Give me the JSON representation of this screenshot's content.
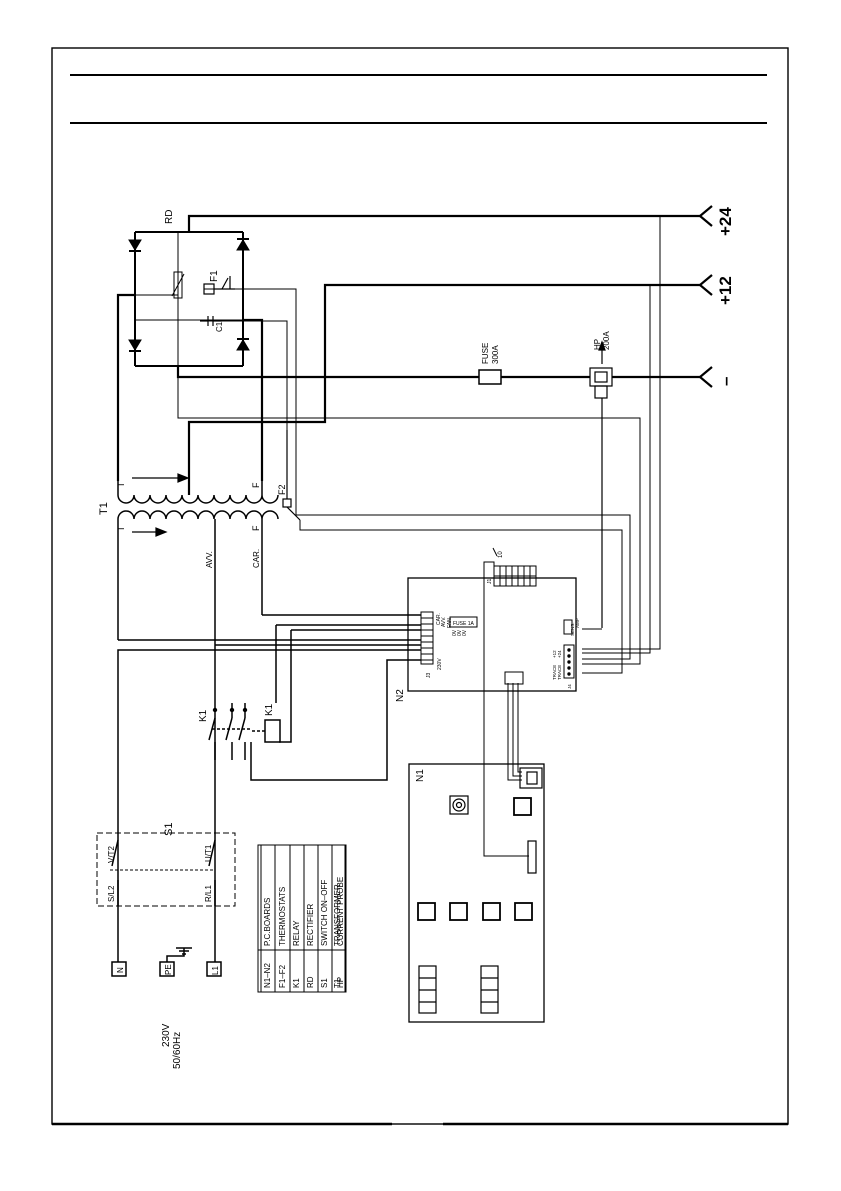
{
  "terminals": {
    "pos24": "+24",
    "pos12": "+12",
    "neg": "–"
  },
  "components": {
    "rd": "RD",
    "t1": "T1",
    "f1": "F1",
    "f2": "F2",
    "c1": "C1",
    "k1_relay": "K1",
    "k1_contact": "K1",
    "s1": "S1",
    "n1": "N1",
    "n2": "N2",
    "fuse": "FUSE",
    "fuse_rating": "300A",
    "hp": "HP",
    "hp_rating": "200A"
  },
  "transformer": {
    "upper_start": "I",
    "upper_end": "F",
    "lower_start": "I",
    "lower_end": "F",
    "tap_avv": "AVV.",
    "tap_car": "CAR."
  },
  "mains": {
    "n": "N",
    "pe": "PE",
    "l1": "L1",
    "voltage": "230V",
    "frequency": "50/60Hz"
  },
  "switch_poles": {
    "v_t2": "V/T2",
    "u_t1": "U/T1",
    "s_l2": "S/L2",
    "r_l1": "R/L1"
  },
  "n2_board": {
    "fuse_label": "FUSE 1A",
    "connectors": [
      "CAR.",
      "AVV.",
      "FAN",
      "0V",
      "0V",
      "0V",
      "",
      "230V"
    ],
    "j3": "J3",
    "j1": "J1",
    "j4": "J4",
    "amp": "AMP",
    "sens": "SENS.",
    "right_pins": [
      "+12",
      "+24",
      "TRACE",
      "TRACE"
    ],
    "flat": "10"
  },
  "legend": [
    {
      "code": "N1–N2",
      "desc": "P.C.BOARDS"
    },
    {
      "code": "F1–F2",
      "desc": "THERMOSTATS"
    },
    {
      "code": "K1",
      "desc": "RELAY"
    },
    {
      "code": "RD",
      "desc": "RECTIFIER"
    },
    {
      "code": "S1",
      "desc": "SWITCH ON–OFF"
    },
    {
      "code": "T1",
      "desc": "TRANSFORMER"
    },
    {
      "code": "HP",
      "desc": "CURRENT PROBE"
    }
  ]
}
